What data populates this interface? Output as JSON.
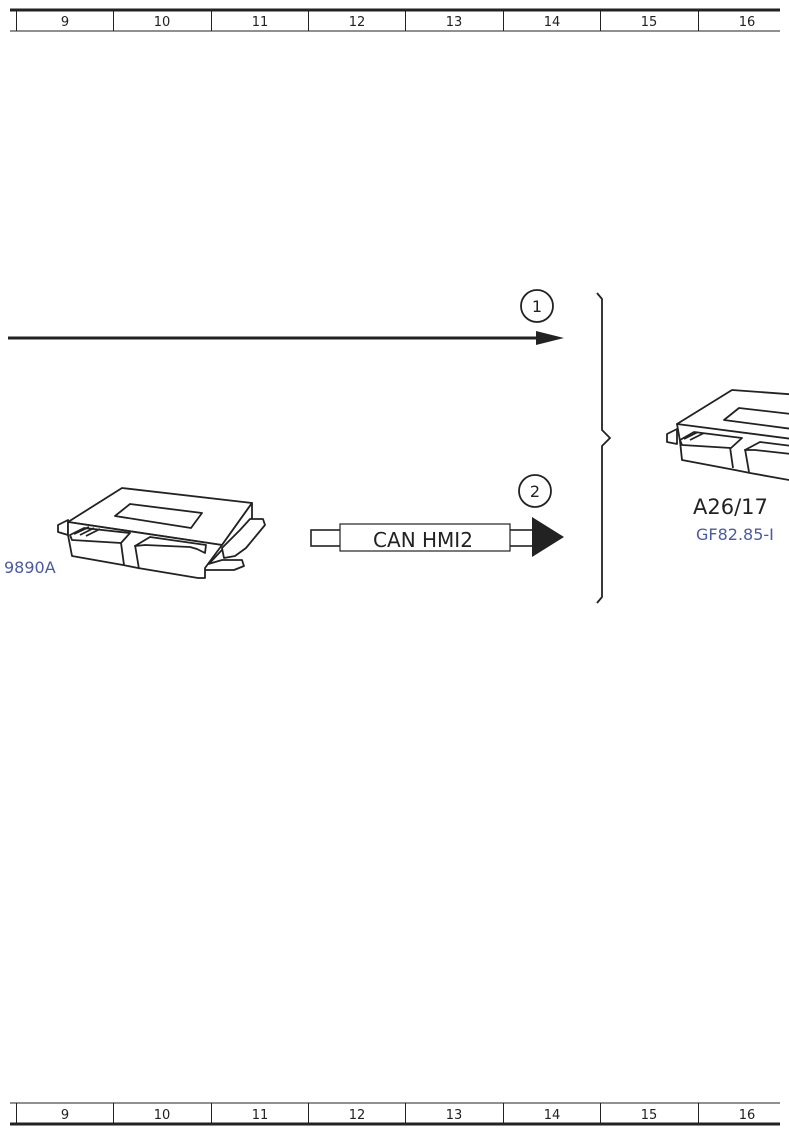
{
  "ruler": {
    "columns": [
      "9",
      "10",
      "11",
      "12",
      "13",
      "14",
      "15",
      "16"
    ]
  },
  "connections": [
    {
      "number": "1"
    },
    {
      "number": "2",
      "bus_label": "CAN HMI2"
    }
  ],
  "components": {
    "left": {
      "ref_code": "9890A"
    },
    "right": {
      "designation": "A26/17",
      "ref_code": "GF82.85-I"
    }
  },
  "colors": {
    "line": "#222222",
    "reference_text": "#4a5aa6"
  }
}
